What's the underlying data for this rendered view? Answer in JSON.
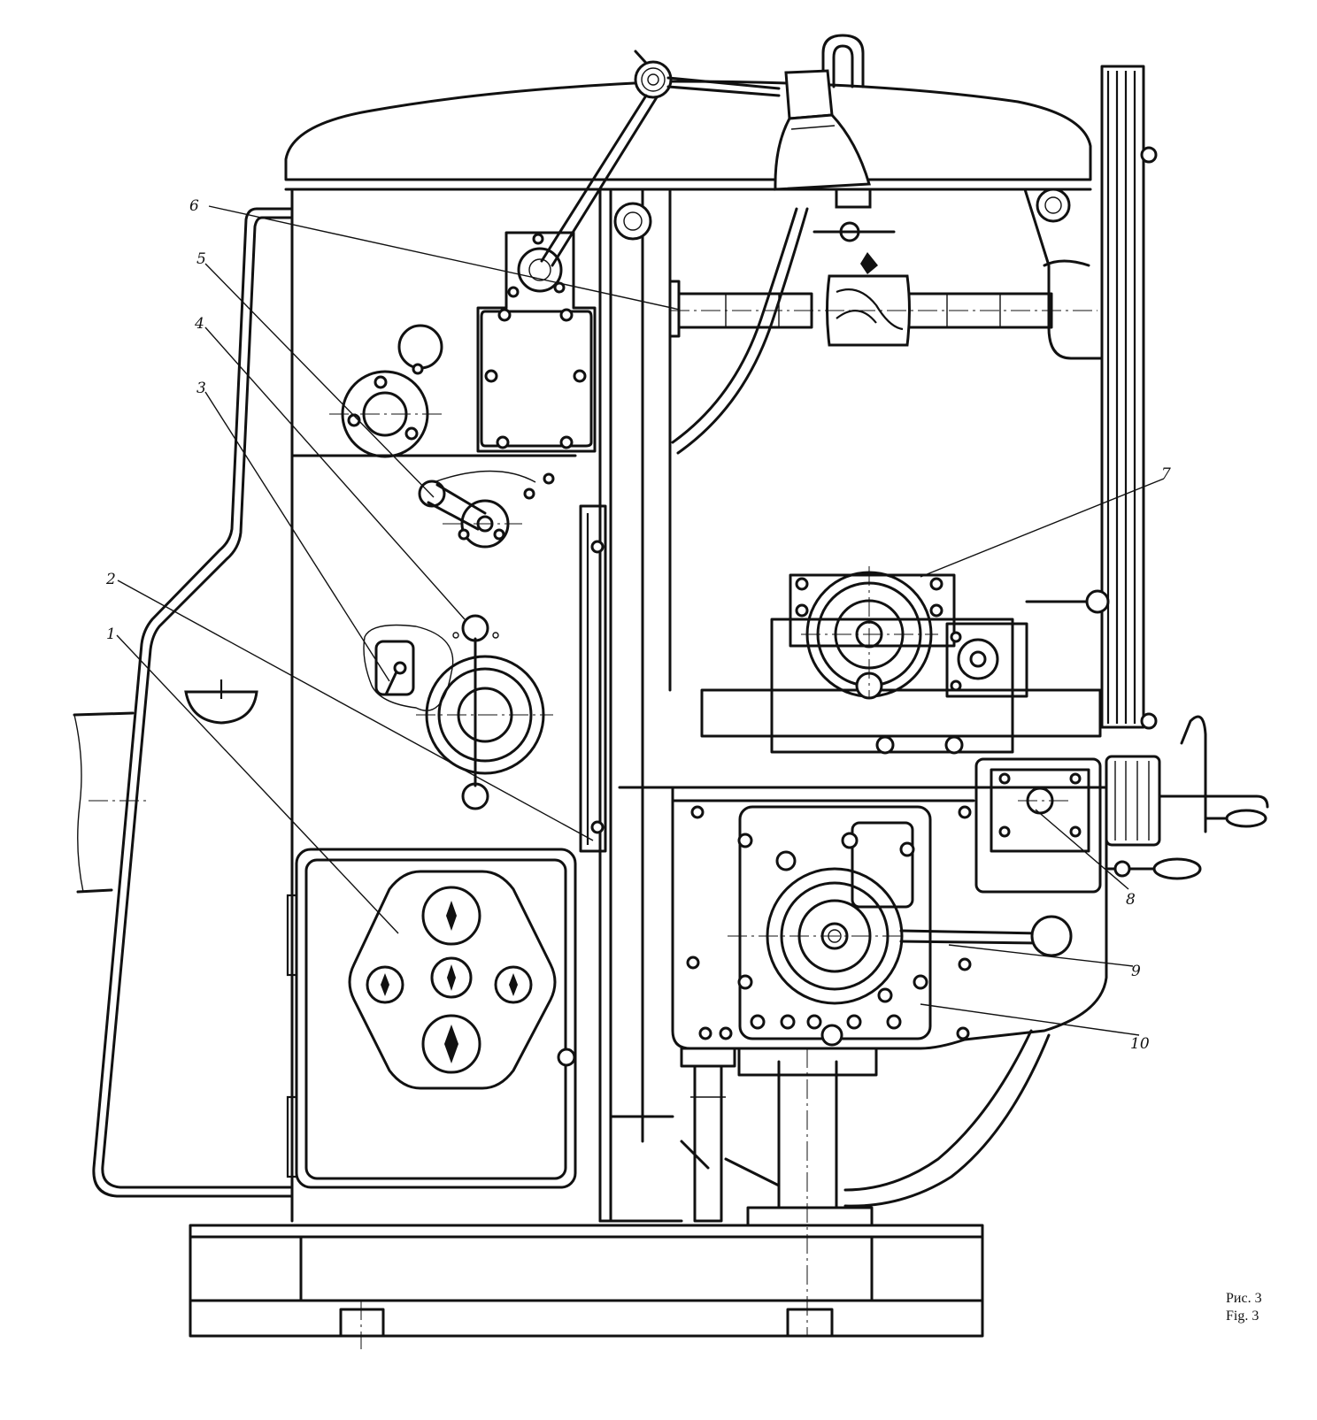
{
  "figure": {
    "caption_ru": "Рис. 3",
    "caption_en": "Fig. 3"
  },
  "callouts": [
    {
      "label": "1"
    },
    {
      "label": "2"
    },
    {
      "label": "3"
    },
    {
      "label": "4"
    },
    {
      "label": "5"
    },
    {
      "label": "6"
    },
    {
      "label": "7"
    },
    {
      "label": "8"
    },
    {
      "label": "9"
    },
    {
      "label": "10"
    }
  ]
}
